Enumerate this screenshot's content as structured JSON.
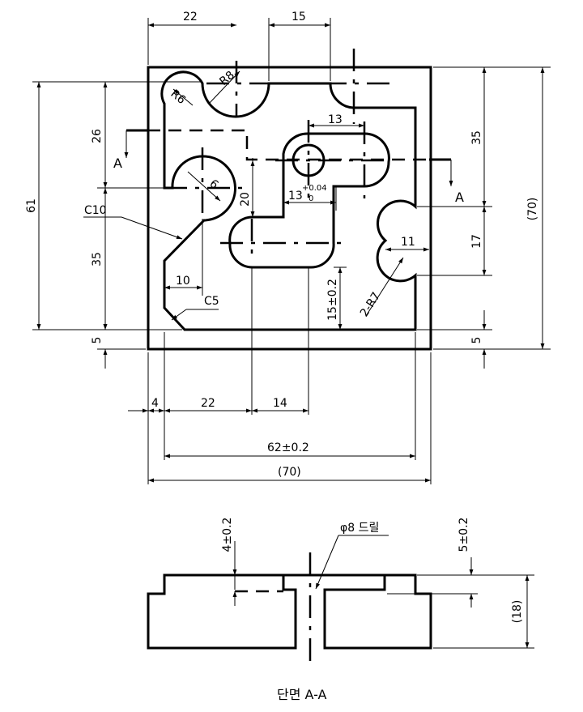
{
  "plan_view": {
    "dims": {
      "top_22": "22",
      "top_15": "15",
      "left_61": "61",
      "left_26": "26",
      "left_35": "35",
      "left_5": "5",
      "right_35": "35",
      "right_70": "(70)",
      "right_17": "17",
      "right_5": "5",
      "bottom_4": "4",
      "bottom_22": "22",
      "bottom_14": "14",
      "bottom_62": "62±0.2",
      "bottom_70": "(70)",
      "inner_13_top": "13",
      "inner_13_mid": "13",
      "inner_tol_upper": "+0.04",
      "inner_tol_lower": "0",
      "inner_20": "20",
      "inner_11": "11",
      "inner_10": "10",
      "inner_15": "15±0.2"
    },
    "labels": {
      "r8": "R8",
      "r6": "R6",
      "radius_6": "6",
      "c10": "C10",
      "c5": "C5",
      "two_r7": "2-R7",
      "section_a_left": "A",
      "section_a_right": "A"
    }
  },
  "section_view": {
    "dims": {
      "depth_4": "4±0.2",
      "depth_5": "5±0.2",
      "height_18": "(18)"
    },
    "labels": {
      "drill": "φ8 드릴",
      "caption": "단면 A-A"
    }
  }
}
